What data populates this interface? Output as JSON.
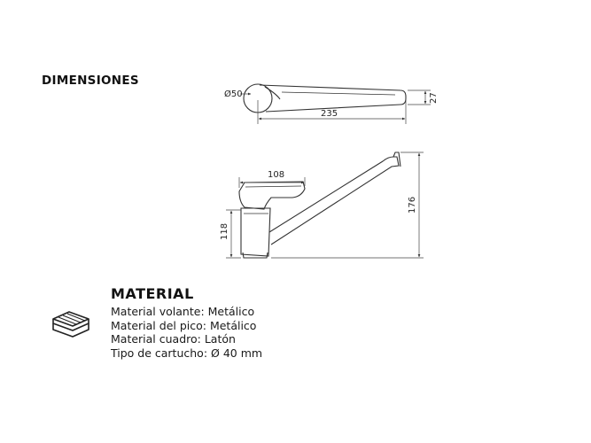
{
  "section_title": "DIMENSIONES",
  "dimensions": {
    "top_view": {
      "diameter": "Ø50",
      "length": "235",
      "height": "27"
    },
    "side_view": {
      "handle_length": "108",
      "body_height": "118",
      "total_height": "176"
    }
  },
  "material": {
    "title": "MATERIAL",
    "items": [
      "Material volante: Metálico",
      "Material del pico: Metálico",
      "Material cuadro: Latón",
      "Tipo de cartucho: Ø 40 mm"
    ],
    "icon": "layered-material-icon"
  }
}
